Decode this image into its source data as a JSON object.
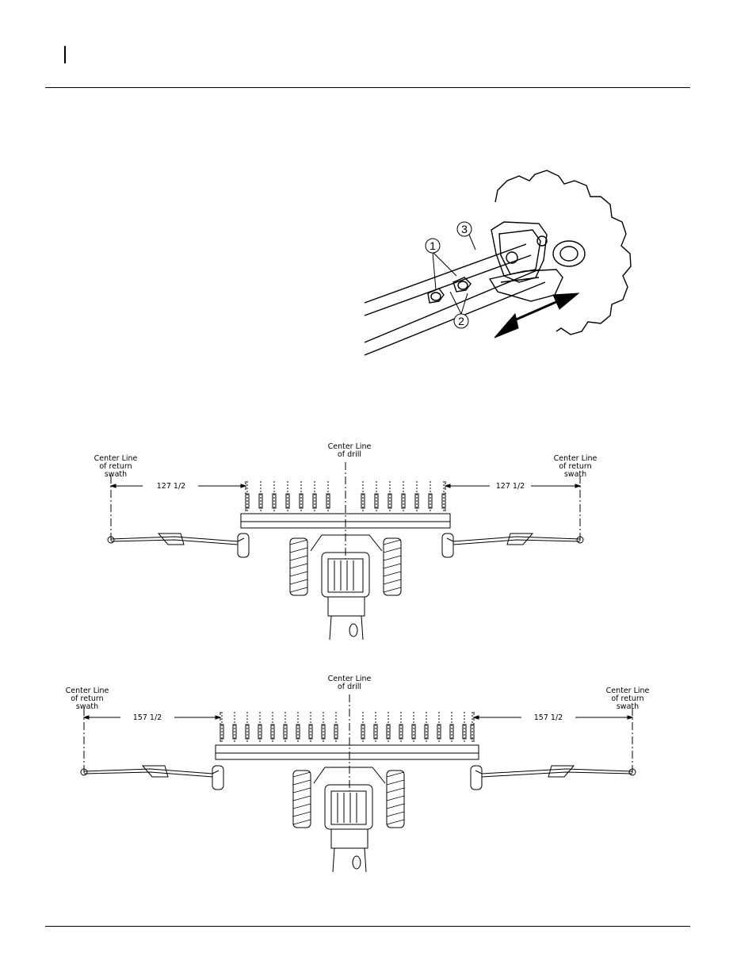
{
  "figure_top": {
    "callouts": [
      "1",
      "2",
      "3"
    ]
  },
  "diagram_127": {
    "center_line_drill": [
      "Center Line",
      "of drill"
    ],
    "center_line_left": [
      "Center Line",
      "of return",
      "swath"
    ],
    "center_line_right": [
      "Center Line",
      "of return",
      "swath"
    ],
    "dim_left": "127 1/2",
    "dim_right": "127 1/2"
  },
  "diagram_157": {
    "center_line_drill": [
      "Center Line",
      "of drill"
    ],
    "center_line_left": [
      "Center Line",
      "of return",
      "swath"
    ],
    "center_line_right": [
      "Center Line",
      "of return",
      "swath"
    ],
    "dim_left": "157 1/2",
    "dim_right": "157 1/2"
  }
}
